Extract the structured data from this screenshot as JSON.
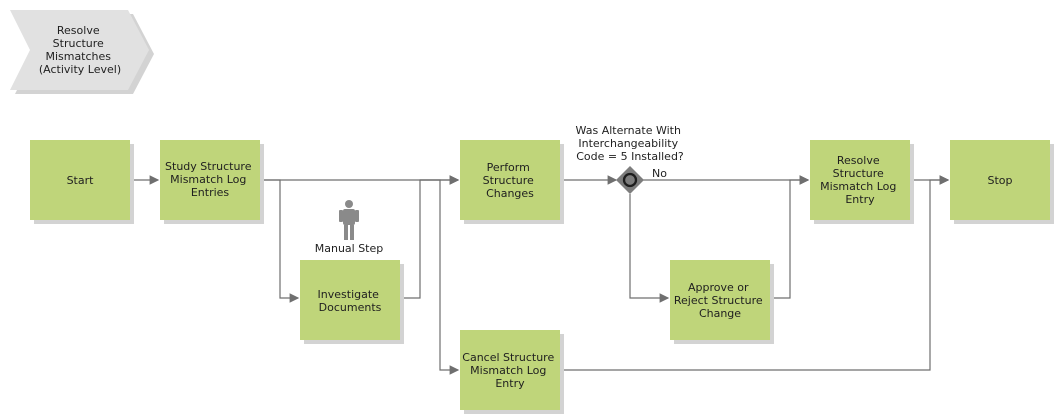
{
  "banner": {
    "lines": [
      "Resolve",
      "Structure",
      "Mismatches",
      "(Activity Level)"
    ]
  },
  "process": {
    "start": {
      "lines": [
        "Start"
      ]
    },
    "study_entries": {
      "lines": [
        "Study Structure",
        "Mismatch Log",
        "Entries"
      ]
    },
    "investigate_documents": {
      "lines": [
        "Investigate",
        "Documents"
      ]
    },
    "manual_step_label": "Manual Step",
    "perform_changes": {
      "lines": [
        "Perform",
        "Structure",
        "Changes"
      ]
    },
    "cancel_entry": {
      "lines": [
        "Cancel Structure",
        "Mismatch Log",
        "Entry"
      ]
    },
    "decision_question": {
      "lines": [
        "Was Alternate With",
        "Interchangeability",
        "Code = 5 Installed?"
      ]
    },
    "decision_no_label": "No",
    "approve_reject": {
      "lines": [
        "Approve or",
        "Reject Structure",
        "Change"
      ]
    },
    "resolve_entry": {
      "lines": [
        "Resolve",
        "Structure",
        "Mismatch Log",
        "Entry"
      ]
    },
    "stop": {
      "lines": [
        "Stop"
      ]
    }
  },
  "colors": {
    "task_fill": "#bfd57a",
    "task_shadow": "#d3d3d3",
    "banner_fill": "#e1e1e1",
    "connector": "#6f6f6f",
    "decision_fill": "#7d7d7d",
    "decision_ring": "#1d1d1d",
    "actor_fill": "#8a8a8a"
  }
}
